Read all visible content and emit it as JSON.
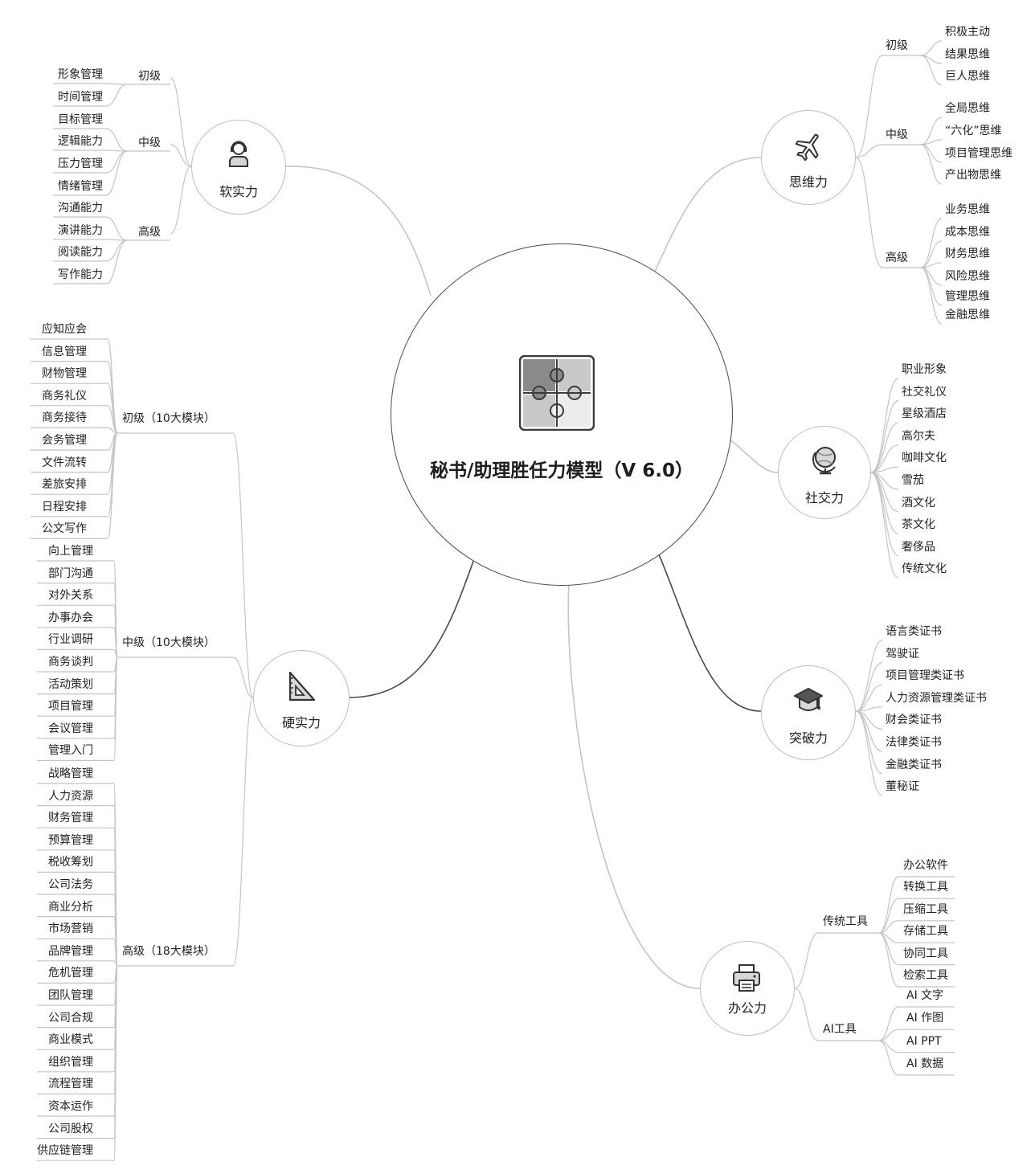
{
  "center": {
    "title": "秘书/助理胜任力模型（V 6.0）",
    "icon": "puzzle-icon"
  },
  "branches": {
    "soft": {
      "title": "软实力",
      "icon": "person-headset-icon",
      "groups": [
        {
          "label": "初级",
          "items": [
            "形象管理",
            "时间管理"
          ]
        },
        {
          "label": "中级",
          "items": [
            "目标管理",
            "逻辑能力",
            "压力管理",
            "情绪管理"
          ]
        },
        {
          "label": "高级",
          "items": [
            "沟通能力",
            "演讲能力",
            "阅读能力",
            "写作能力"
          ]
        }
      ]
    },
    "thinking": {
      "title": "思维力",
      "icon": "airplane-icon",
      "groups": [
        {
          "label": "初级",
          "items": [
            "积极主动",
            "结果思维",
            "巨人思维"
          ]
        },
        {
          "label": "中级",
          "items": [
            "全局思维",
            "“六化”思维",
            "项目管理思维",
            "产出物思维"
          ]
        },
        {
          "label": "高级",
          "items": [
            "业务思维",
            "成本思维",
            "财务思维",
            "风险思维",
            "管理思维",
            "金融思维"
          ]
        }
      ]
    },
    "social": {
      "title": "社交力",
      "icon": "globe-icon",
      "items": [
        "职业形象",
        "社交礼仪",
        "星级酒店",
        "高尔夫",
        "咖啡文化",
        "雪茄",
        "酒文化",
        "茶文化",
        "奢侈品",
        "传统文化"
      ]
    },
    "breakthrough": {
      "title": "突破力",
      "icon": "graduation-cap-icon",
      "items": [
        "语言类证书",
        "驾驶证",
        "项目管理类证书",
        "人力资源管理类证书",
        "财会类证书",
        "法律类证书",
        "金融类证书",
        "董秘证"
      ]
    },
    "office": {
      "title": "办公力",
      "icon": "printer-icon",
      "groups": [
        {
          "label": "传统工具",
          "items": [
            "办公软件",
            "转换工具",
            "压缩工具",
            "存储工具",
            "协同工具",
            "检索工具"
          ]
        },
        {
          "label": "AI工具",
          "items": [
            "AI 文字",
            "AI 作图",
            "AI PPT",
            "AI 数据"
          ]
        }
      ]
    },
    "hard": {
      "title": "硬实力",
      "icon": "set-square-icon",
      "groups": [
        {
          "label": "初级（10大模块）",
          "items": [
            "应知应会",
            "信息管理",
            "财物管理",
            "商务礼仪",
            "商务接待",
            "会务管理",
            "文件流转",
            "差旅安排",
            "日程安排",
            "公文写作"
          ]
        },
        {
          "label": "中级（10大模块）",
          "items": [
            "向上管理",
            "部门沟通",
            "对外关系",
            "办事办会",
            "行业调研",
            "商务谈判",
            "活动策划",
            "项目管理",
            "会议管理",
            "管理入门"
          ]
        },
        {
          "label": "高级（18大模块）",
          "items": [
            "战略管理",
            "人力资源",
            "财务管理",
            "预算管理",
            "税收筹划",
            "公司法务",
            "商业分析",
            "市场营销",
            "品牌管理",
            "危机管理",
            "团队管理",
            "公司合规",
            "商业模式",
            "组织管理",
            "流程管理",
            "资本运作",
            "公司股权",
            "供应链管理"
          ]
        }
      ]
    }
  }
}
